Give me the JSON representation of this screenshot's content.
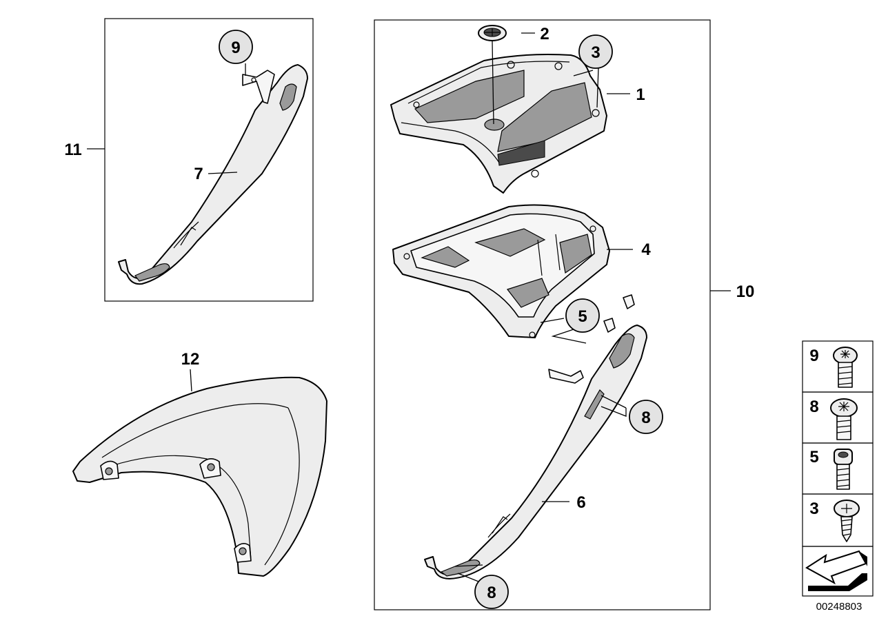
{
  "callouts": {
    "c1": "1",
    "c2": "2",
    "c3": "3",
    "c4": "4",
    "c5": "5",
    "c6": "6",
    "c7": "7",
    "c8a": "8",
    "c8b": "8",
    "c9": "9",
    "c10": "10",
    "c11": "11",
    "c12": "12"
  },
  "legend": {
    "items": [
      {
        "label": "9",
        "icon": "torx-pan-head-screw-icon"
      },
      {
        "label": "8",
        "icon": "torx-pan-head-screw-icon"
      },
      {
        "label": "5",
        "icon": "allen-cap-screw-icon"
      },
      {
        "label": "3",
        "icon": "phillips-self-tapping-screw-icon"
      }
    ],
    "navigation_icon": "arrow-back-icon"
  },
  "diagram_code": "00248803"
}
